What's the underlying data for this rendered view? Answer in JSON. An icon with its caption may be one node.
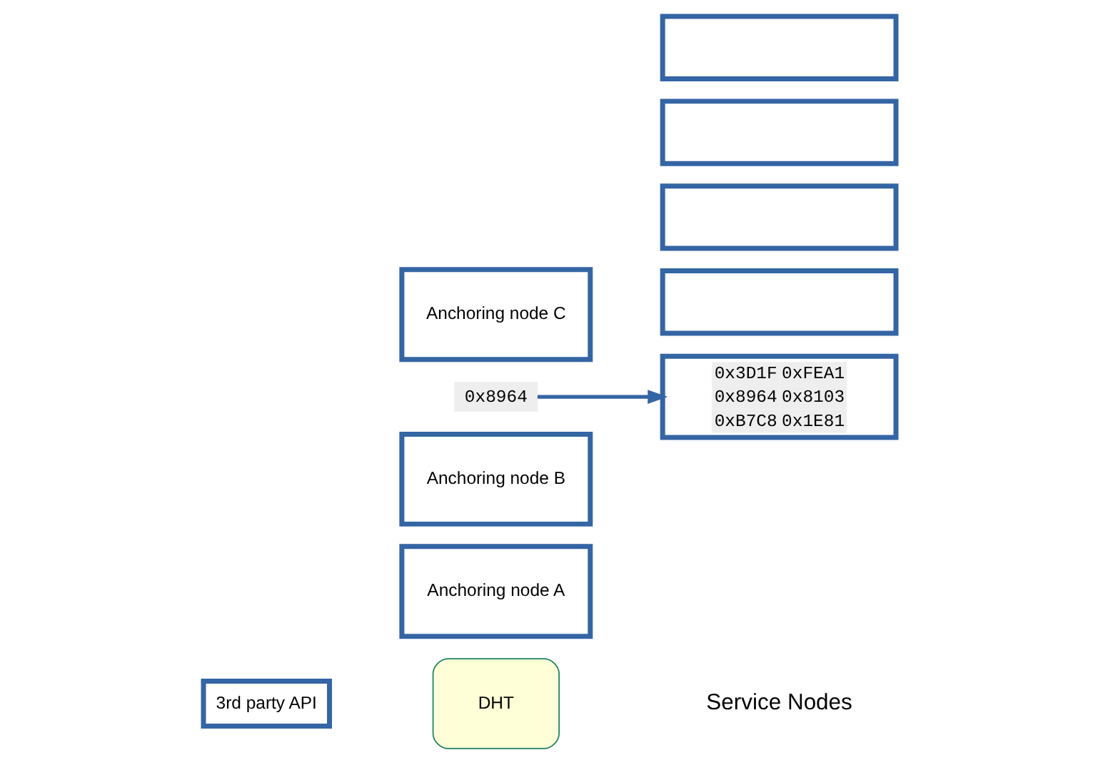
{
  "diagram": {
    "nodes": [
      {
        "text": [
          "DHT"
        ]
      },
      {
        "text": [
          "Anchoring node A"
        ]
      },
      {
        "text": [
          "Anchoring node B"
        ]
      },
      {
        "text": [
          "0x8964"
        ]
      },
      {
        "text": [
          "Anchoring node C"
        ]
      },
      {
        "text": [
          "3rd party API"
        ]
      },
      {
        "text": [],
        "shape": "box"
      },
      {
        "text": [
          "0x3D1F",
          "0xFEA1",
          "0x8964",
          "0x8103",
          "0xB7C8",
          "0x1E81"
        ]
      },
      {
        "text": [],
        "shape": "box"
      },
      {
        "text": [],
        "shape": "box"
      },
      {
        "text": [],
        "shape": "box"
      }
    ],
    "edges": [
      {
        "from": 3,
        "to": 7,
        "arrow": "to"
      }
    ],
    "labels": [
      "Service Nodes"
    ]
  }
}
